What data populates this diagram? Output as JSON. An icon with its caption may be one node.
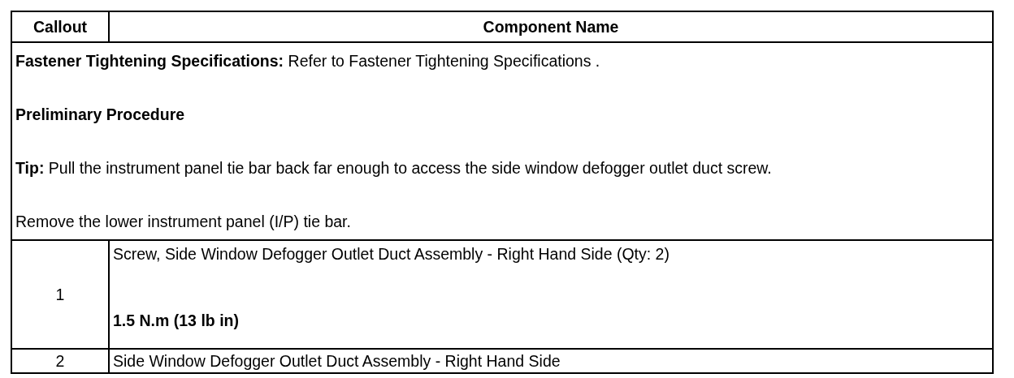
{
  "diagram": {
    "labels": [
      "Callout",
      "Component Name",
      "**Fastener Tightening Specifications:** Refer to Fastener Tightening Specifications .",
      "Preliminary Procedure",
      "**Tip:** Pull the instrument panel tie bar back far enough to access the side window defogger outlet duct screw.",
      "Remove the lower instrument panel (I/P) tie bar.",
      "1",
      "Screw, Side Window Defogger Outlet Duct Assembly - Right Hand Side (Qty: 2)",
      "1.5 N.m (13 lb in)",
      "2",
      "Side Window Defogger Outlet Duct Assembly - Right Hand Side"
    ]
  }
}
